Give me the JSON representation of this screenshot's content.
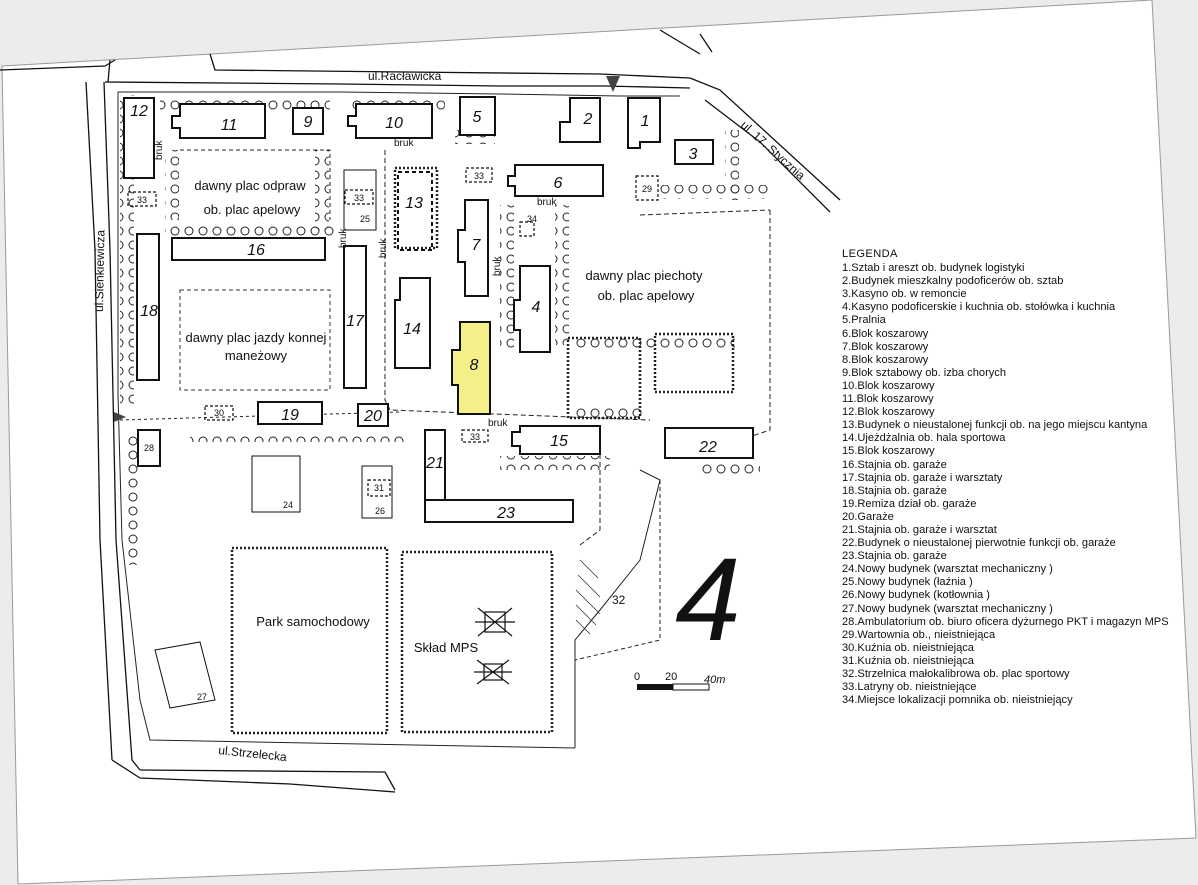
{
  "streets": {
    "raclawicka": "ul.Racławicka",
    "stycznia": "ul. 17. Stycznia",
    "sienkiewicza": "ul.Sienkiewicza",
    "strzelecka": "ul.Strzelecka"
  },
  "areas": {
    "plac_odpraw": [
      "dawny plac odpraw",
      "ob. plac apelowy"
    ],
    "plac_jazdy": [
      "dawny plac jazdy konnej",
      "maneżowy"
    ],
    "plac_piechoty": [
      "dawny plac piechoty",
      "ob. plac apelowy"
    ],
    "park": "Park samochodowy",
    "sklad": "Skład MPS"
  },
  "bruk_label": "bruk",
  "buildings": {
    "b1": "1",
    "b2": "2",
    "b3": "3",
    "b4": "4",
    "b5": "5",
    "b6": "6",
    "b7": "7",
    "b8": "8",
    "b9": "9",
    "b10": "10",
    "b11": "11",
    "b12": "12",
    "b13": "13",
    "b14": "14",
    "b15": "15",
    "b16": "16",
    "b17": "17",
    "b18": "18",
    "b19": "19",
    "b20": "20",
    "b21": "21",
    "b22": "22",
    "b23": "23",
    "b24": "24",
    "b25": "25",
    "b26": "26",
    "b27": "27",
    "b28": "28",
    "b29": "29",
    "b30": "30",
    "b31": "31",
    "b32": "32",
    "b33": "33",
    "b34": "34"
  },
  "highlight_color": "#f3f08a",
  "north_symbol": "4",
  "scale": {
    "ticks": [
      "0",
      "20",
      "40m"
    ]
  },
  "legend": {
    "title": "LEGENDA",
    "items": [
      "1.Sztab i areszt ob. budynek logistyki",
      "2.Budynek mieszkalny podoficerów ob. sztab",
      "3.Kasyno ob. w remoncie",
      "4.Kasyno podoficerskie i kuchnia ob. stołówka i kuchnia",
      "5.Pralnia",
      "6.Blok koszarowy",
      "7.Blok koszarowy",
      "8.Blok koszarowy",
      "9.Blok sztabowy ob. izba chorych",
      "10.Blok koszarowy",
      "11.Blok koszarowy",
      "12.Blok koszarowy",
      "13.Budynek o nieustalonej funkcji ob. na jego miejscu kantyna",
      "14.Ujeżdżalnia ob. hala sportowa",
      "15.Blok koszarowy",
      "16.Stajnia ob. garaże",
      "17.Stajnia ob. garaże i warsztaty",
      "18.Stajnia ob. garaże",
      "19.Remiza dział ob. garaże",
      "20.Garaże",
      "21.Stajnia ob. garaże i warsztat",
      "22.Budynek o nieustalonej pierwotnie funkcji ob. garaże",
      "23.Stajnia ob. garaże",
      "24.Nowy budynek (warsztat mechaniczny )",
      "25.Nowy budynek (łaźnia )",
      "26.Nowy budynek (kotłownia )",
      "27.Nowy budynek (warsztat mechaniczny )",
      "28.Ambulatorium ob. biuro oficera dyżurnego PKT i magazyn MPS",
      "29.Wartownia ob., nieistniejąca",
      "30.Kuźnia ob. nieistniejąca",
      "31.Kuźnia ob. nieistniejąca",
      "32.Strzelnica małokalibrowa ob. plac sportowy",
      "33.Latryny ob. nieistniejące",
      "34.Miejsce lokalizacji pomnika ob. nieistniejący"
    ]
  }
}
